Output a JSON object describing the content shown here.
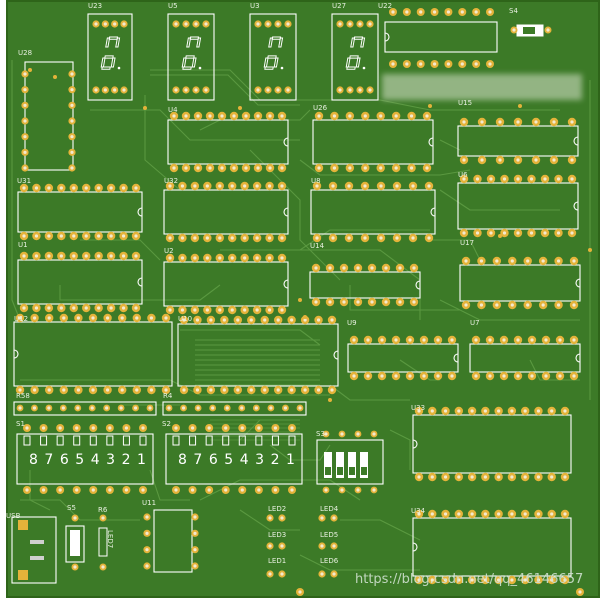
{
  "colors": {
    "board": "#3c7a27",
    "board_edge": "#2e6419",
    "trace": "#5a9840",
    "pad": "#e4b33a",
    "hole": "#f3ead0",
    "silk": "#ffffff",
    "label": "#e8f0e0"
  },
  "labels": {
    "u23": "U23",
    "u5": "U5",
    "u3": "U3",
    "u27": "U27",
    "u22": "U22",
    "s4": "S4",
    "u28": "U28",
    "u4": "U4",
    "u26": "U26",
    "u15": "U15",
    "u31": "U31",
    "u32": "U32",
    "u8": "U8",
    "u6": "U6",
    "u1": "U1",
    "u2": "U2",
    "u14": "U14",
    "u17": "U17",
    "u12": "U12",
    "u10": "U10",
    "u9": "U9",
    "u7": "U7",
    "r58": "R58",
    "r4": "R4",
    "u33": "U33",
    "s1": "S1",
    "s2": "S2",
    "s3": "S3",
    "usb": "USB",
    "s5": "S5",
    "r6": "R6",
    "led7": "LED7",
    "u11": "U11",
    "led2": "LED2",
    "led4": "LED4",
    "led3": "LED3",
    "led5": "LED5",
    "led1": "LED1",
    "led6": "LED6",
    "u34": "U34"
  },
  "dip_numbers": {
    "s1": [
      "8",
      "7",
      "6",
      "5",
      "4",
      "3",
      "2",
      "1"
    ],
    "s2": [
      "8",
      "7",
      "6",
      "5",
      "4",
      "3",
      "2",
      "1"
    ]
  },
  "watermark": "https://blog.csdn.net/qq_46146657"
}
